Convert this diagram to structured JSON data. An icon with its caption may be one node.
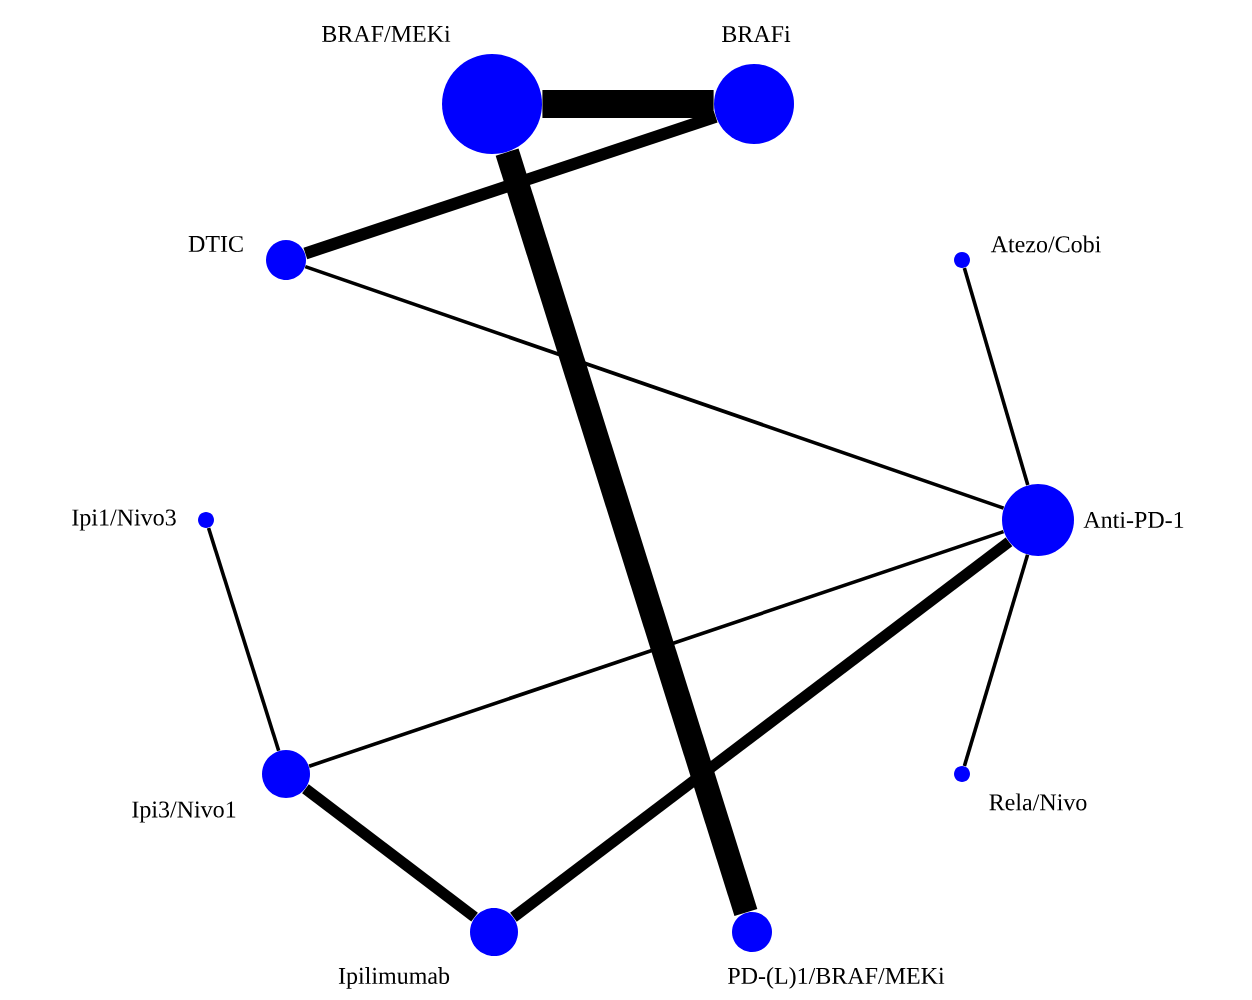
{
  "diagram": {
    "nodes": [
      {
        "text": [
          "BRAF/MEKi"
        ]
      },
      {
        "text": [
          "BRAFi"
        ]
      },
      {
        "text": [
          "DTIC"
        ]
      },
      {
        "text": [
          "Atezo/Cobi"
        ]
      },
      {
        "text": [
          "Anti-PD-1"
        ]
      },
      {
        "text": [
          "Ipi1/Nivo3"
        ]
      },
      {
        "text": [
          "Ipi3/Nivo1"
        ]
      },
      {
        "text": [
          "Rela/Nivo"
        ]
      },
      {
        "text": [
          "Ipilimumab"
        ]
      },
      {
        "text": [
          "PD-(L)1/BRAF/MEKi"
        ]
      }
    ],
    "edges": [
      {
        "from": 0,
        "to": 1,
        "arrow": "none",
        "style": "thick"
      },
      {
        "from": 0,
        "to": 9,
        "arrow": "none",
        "style": "thick"
      },
      {
        "from": 1,
        "to": 2,
        "arrow": "none",
        "style": "thick"
      },
      {
        "from": 2,
        "to": 4,
        "arrow": "none"
      },
      {
        "from": 3,
        "to": 4,
        "arrow": "none"
      },
      {
        "from": 4,
        "to": 7,
        "arrow": "none"
      },
      {
        "from": 4,
        "to": 6,
        "arrow": "none"
      },
      {
        "from": 4,
        "to": 8,
        "arrow": "none",
        "style": "thick"
      },
      {
        "from": 5,
        "to": 6,
        "arrow": "none"
      },
      {
        "from": 6,
        "to": 8,
        "arrow": "none",
        "style": "thick"
      }
    ]
  }
}
